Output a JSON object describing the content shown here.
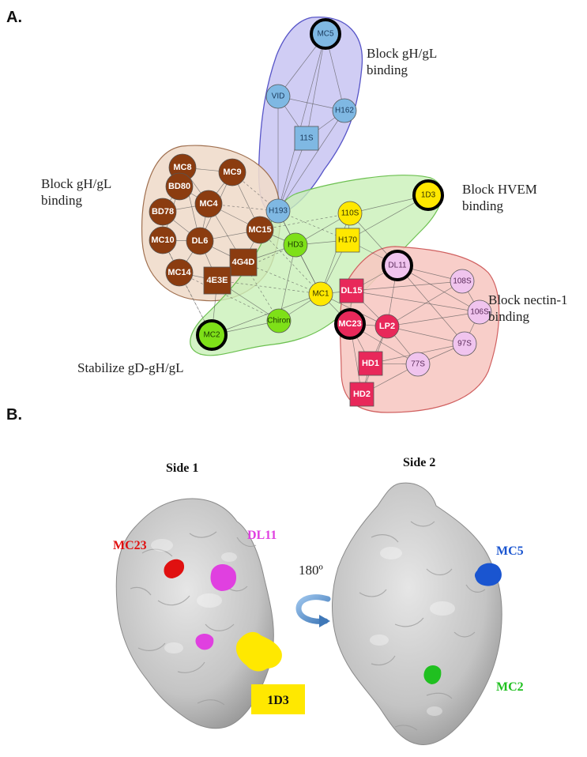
{
  "panels": {
    "a": "A.",
    "b": "B."
  },
  "annotations": {
    "block_gh_top_1": "Block gH/gL",
    "block_gh_top_2": "binding",
    "block_gh_left_1": "Block gH/gL",
    "block_gh_left_2": "binding",
    "block_hvem_1": "Block HVEM",
    "block_hvem_2": "binding",
    "block_nectin_1": "Block nectin-1",
    "block_nectin_2": "binding",
    "stabilize": "Stabilize gD-gH/gL"
  },
  "colors": {
    "blue_node": "#7fb8e3",
    "blue_region": "#c8c4f2",
    "blue_border": "#5856c8",
    "brown_node": "#8b3c10",
    "brown_region": "#f0dccb",
    "brown_border": "#a07050",
    "yellow_node": "#ffe800",
    "green_node": "#7ee018",
    "green_region": "#c9f0b8",
    "green_border": "#6cc050",
    "red_node": "#e8285a",
    "pink_node": "#f0c4ee",
    "red_region": "#f7c7c2",
    "red_border": "#d06060",
    "highlight_ring": "#000000"
  },
  "nodes": [
    {
      "id": "MC5",
      "label": "MC5",
      "shape": "circle",
      "group": "blue",
      "ring": true
    },
    {
      "id": "VID",
      "label": "VID",
      "shape": "circle",
      "group": "blue"
    },
    {
      "id": "H162",
      "label": "H162",
      "shape": "circle",
      "group": "blue"
    },
    {
      "id": "11S",
      "label": "11S",
      "shape": "square",
      "group": "blue"
    },
    {
      "id": "H193",
      "label": "H193",
      "shape": "circle",
      "group": "blue"
    },
    {
      "id": "MC8",
      "label": "MC8",
      "shape": "circle",
      "group": "brown"
    },
    {
      "id": "MC9",
      "label": "MC9",
      "shape": "circle",
      "group": "brown"
    },
    {
      "id": "BD80",
      "label": "BD80",
      "shape": "circle",
      "group": "brown"
    },
    {
      "id": "MC4",
      "label": "MC4",
      "shape": "circle",
      "group": "brown"
    },
    {
      "id": "BD78",
      "label": "BD78",
      "shape": "circle",
      "group": "brown"
    },
    {
      "id": "MC15",
      "label": "MC15",
      "shape": "circle",
      "group": "brown"
    },
    {
      "id": "MC10",
      "label": "MC10",
      "shape": "circle",
      "group": "brown"
    },
    {
      "id": "DL6",
      "label": "DL6",
      "shape": "circle",
      "group": "brown"
    },
    {
      "id": "4G4D",
      "label": "4G4D",
      "shape": "square",
      "group": "brown"
    },
    {
      "id": "MC14",
      "label": "MC14",
      "shape": "circle",
      "group": "brown"
    },
    {
      "id": "4E3E",
      "label": "4E3E",
      "shape": "square",
      "group": "brown"
    },
    {
      "id": "1D3",
      "label": "1D3",
      "shape": "circle",
      "group": "yellow",
      "ring": true
    },
    {
      "id": "110S",
      "label": "110S",
      "shape": "circle",
      "group": "yellow"
    },
    {
      "id": "H170",
      "label": "H170",
      "shape": "square",
      "group": "yellow"
    },
    {
      "id": "HD3",
      "label": "HD3",
      "shape": "circle",
      "group": "green"
    },
    {
      "id": "MC1",
      "label": "MC1",
      "shape": "circle",
      "group": "yellow"
    },
    {
      "id": "Chiron",
      "label": "Chiron",
      "shape": "circle",
      "group": "green"
    },
    {
      "id": "MC2",
      "label": "MC2",
      "shape": "circle",
      "group": "green",
      "ring": true
    },
    {
      "id": "DL11",
      "label": "DL11",
      "shape": "circle",
      "group": "pink",
      "ring": true
    },
    {
      "id": "DL15",
      "label": "DL15",
      "shape": "square",
      "group": "red"
    },
    {
      "id": "108S",
      "label": "108S",
      "shape": "circle",
      "group": "pink"
    },
    {
      "id": "MC23",
      "label": "MC23",
      "shape": "circle",
      "group": "red",
      "ring": true
    },
    {
      "id": "LP2",
      "label": "LP2",
      "shape": "circle",
      "group": "red"
    },
    {
      "id": "106S",
      "label": "106S",
      "shape": "circle",
      "group": "pink"
    },
    {
      "id": "HD1",
      "label": "HD1",
      "shape": "square",
      "group": "red"
    },
    {
      "id": "97S",
      "label": "97S",
      "shape": "circle",
      "group": "pink"
    },
    {
      "id": "77S",
      "label": "77S",
      "shape": "circle",
      "group": "pink"
    },
    {
      "id": "HD2",
      "label": "HD2",
      "shape": "square",
      "group": "red"
    }
  ],
  "panel_b": {
    "side1": "Side 1",
    "side2": "Side 2",
    "rotation": "180º",
    "epitopes": {
      "mc23": {
        "label": "MC23",
        "color": "#e01010"
      },
      "dl11": {
        "label": "DL11",
        "color": "#e040e0"
      },
      "d1d3": {
        "label": "1D3",
        "color": "#ffe800"
      },
      "mc5": {
        "label": "MC5",
        "color": "#1a55d0"
      },
      "mc2": {
        "label": "MC2",
        "color": "#20c020"
      }
    }
  }
}
